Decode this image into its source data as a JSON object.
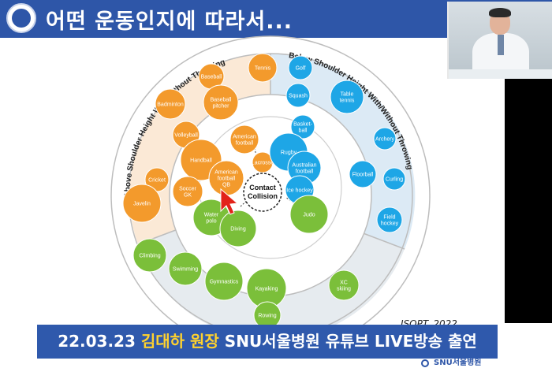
{
  "header": {
    "title": "어떤 운동인지에 따라서..."
  },
  "diagram": {
    "sector_labels": {
      "left": "Above Shoulder Height With/Without Throwing",
      "right": "Below Shoulder Height With/Without Throwing"
    },
    "center": [
      "Contact",
      "Collision"
    ],
    "bubbles": [
      {
        "id": "baseball",
        "lines": [
          "Baseball"
        ],
        "color": "#f39a2c"
      },
      {
        "id": "tennis",
        "lines": [
          "Tennis"
        ],
        "color": "#f39a2c"
      },
      {
        "id": "badminton",
        "lines": [
          "Badminton"
        ],
        "color": "#f39a2c"
      },
      {
        "id": "baseball-pitcher",
        "lines": [
          "Baseball",
          "pitcher"
        ],
        "color": "#f39a2c"
      },
      {
        "id": "volleyball",
        "lines": [
          "Volleyball"
        ],
        "color": "#f39a2c"
      },
      {
        "id": "handball",
        "lines": [
          "Handball"
        ],
        "color": "#f39a2c"
      },
      {
        "id": "cricket",
        "lines": [
          "Cricket"
        ],
        "color": "#f39a2c"
      },
      {
        "id": "soccer-gk",
        "lines": [
          "Soccer",
          "GK"
        ],
        "color": "#f39a2c"
      },
      {
        "id": "javelin",
        "lines": [
          "Javelin"
        ],
        "color": "#f39a2c"
      },
      {
        "id": "american-football",
        "lines": [
          "American",
          "football"
        ],
        "color": "#f39a2c"
      },
      {
        "id": "american-football-qb",
        "lines": [
          "American",
          "football",
          "QB"
        ],
        "color": "#f39a2c"
      },
      {
        "id": "lacrosse",
        "lines": [
          "Lacrosse"
        ],
        "color": "#f39a2c"
      },
      {
        "id": "golf",
        "lines": [
          "Golf"
        ],
        "color": "#1ea6e6"
      },
      {
        "id": "squash",
        "lines": [
          "Squash"
        ],
        "color": "#1ea6e6"
      },
      {
        "id": "table-tennis",
        "lines": [
          "Table",
          "tennis"
        ],
        "color": "#1ea6e6"
      },
      {
        "id": "basketball",
        "lines": [
          "Basket-",
          "ball"
        ],
        "color": "#1ea6e6"
      },
      {
        "id": "rugby",
        "lines": [
          "Rugby"
        ],
        "color": "#1ea6e6"
      },
      {
        "id": "australian-football",
        "lines": [
          "Australian",
          "football"
        ],
        "color": "#1ea6e6"
      },
      {
        "id": "ice-hockey",
        "lines": [
          "Ice hockey"
        ],
        "color": "#1ea6e6"
      },
      {
        "id": "archery",
        "lines": [
          "Archery"
        ],
        "color": "#1ea6e6"
      },
      {
        "id": "floorball",
        "lines": [
          "Floorball"
        ],
        "color": "#1ea6e6"
      },
      {
        "id": "curling",
        "lines": [
          "Curling"
        ],
        "color": "#1ea6e6"
      },
      {
        "id": "field-hockey",
        "lines": [
          "Field",
          "hockey"
        ],
        "color": "#1ea6e6"
      },
      {
        "id": "water-polo",
        "lines": [
          "Water",
          "polo"
        ],
        "color": "#7bbf3a"
      },
      {
        "id": "diving",
        "lines": [
          "Diving"
        ],
        "color": "#7bbf3a"
      },
      {
        "id": "judo",
        "lines": [
          "Judo"
        ],
        "color": "#7bbf3a"
      },
      {
        "id": "climbing",
        "lines": [
          "Climbing"
        ],
        "color": "#7bbf3a"
      },
      {
        "id": "swimming",
        "lines": [
          "Swimming"
        ],
        "color": "#7bbf3a"
      },
      {
        "id": "gymnastics",
        "lines": [
          "Gymnastics"
        ],
        "color": "#7bbf3a"
      },
      {
        "id": "kayaking",
        "lines": [
          "Kayaking"
        ],
        "color": "#7bbf3a"
      },
      {
        "id": "rowing",
        "lines": [
          "Rowing"
        ],
        "color": "#7bbf3a"
      },
      {
        "id": "xc-skiing",
        "lines": [
          "XC",
          "skiing"
        ],
        "color": "#7bbf3a"
      }
    ]
  },
  "citation": "JSOPT, 2022",
  "banner": {
    "date": "22.03.23",
    "highlight": "김대하 원장",
    "rest": "SNU서울병원 유튜브 LIVE방송 출연"
  },
  "watermark": "SNU서울병원",
  "colors": {
    "header_bg": "#2e56a8",
    "banner_bg": "#2f59ac",
    "highlight": "#ffd22e"
  }
}
